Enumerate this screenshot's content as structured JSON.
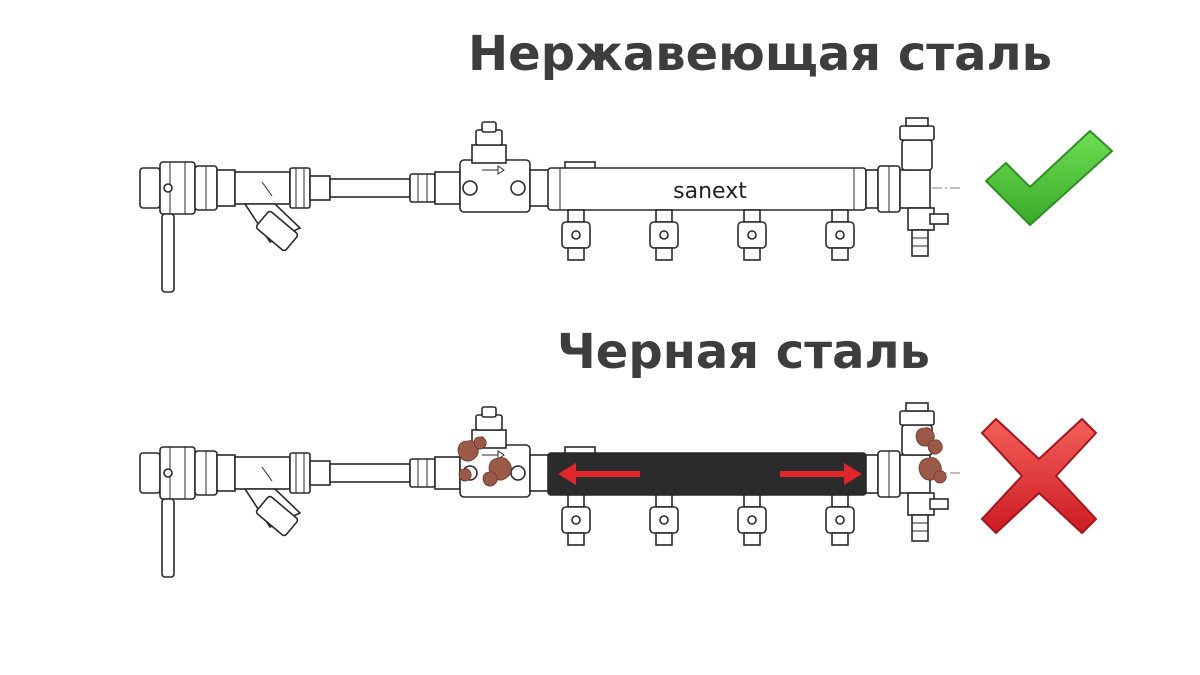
{
  "sections": [
    {
      "title": "Нержавеющая сталь",
      "manifold_label": "sanext",
      "manifold_fill": "#ffffff",
      "status": "approved",
      "status_icon": "checkmark-icon",
      "status_color": "#4fc93a"
    },
    {
      "title": "Черная сталь",
      "manifold_label": "",
      "manifold_fill": "#2b2b2b",
      "status": "rejected",
      "status_icon": "cross-icon",
      "status_color": "#e0262b",
      "arrow_color": "#e0262b",
      "rust_color": "#9b5a48"
    }
  ]
}
